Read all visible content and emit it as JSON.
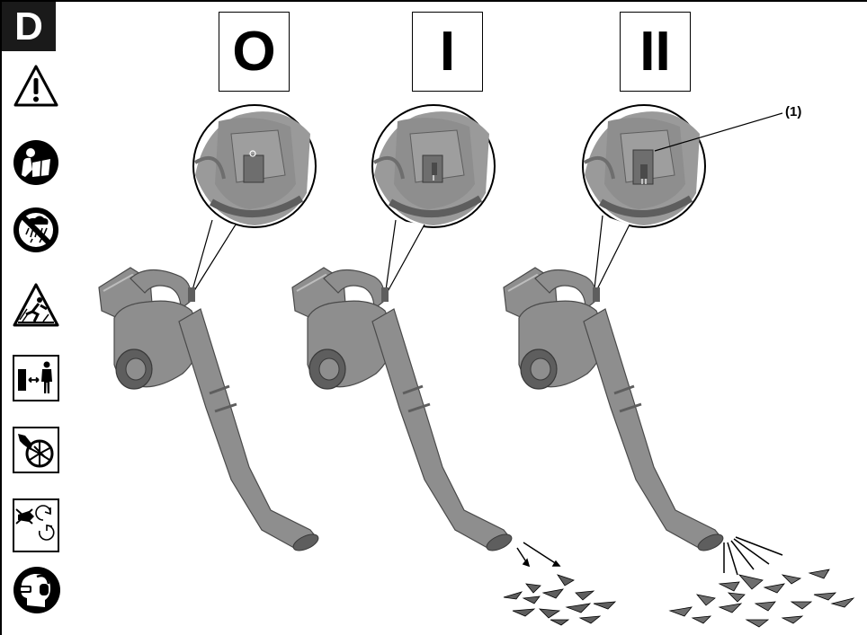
{
  "badge": "D",
  "modes": [
    "O",
    "I",
    "II"
  ],
  "callout": "(1)",
  "icons": [
    "warning-triangle-icon",
    "read-manual-icon",
    "no-rain-icon",
    "thrown-objects-warning-icon",
    "keep-bystanders-away-icon",
    "rotating-fan-hand-warning-icon",
    "unplug-before-maintenance-icon",
    "wear-eye-ear-protection-icon"
  ],
  "colors": {
    "tool": "#8e8e8e",
    "tool_dark": "#5e5e5e",
    "tool_light": "#bdbdbd",
    "ink": "#000000"
  }
}
